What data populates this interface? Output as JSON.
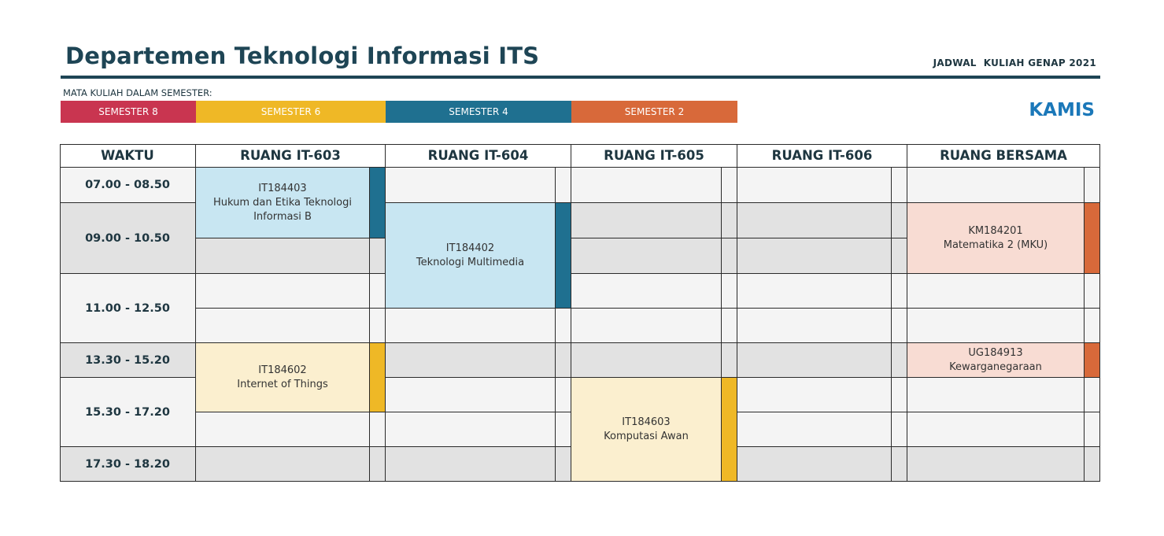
{
  "header": {
    "title": "Departemen Teknologi Informasi ITS",
    "subtitle": "JADWAL  KULIAH GENAP 2021",
    "semester_legend_title": "MATA KULIAH DALAM SEMESTER:",
    "day": "KAMIS"
  },
  "colors": {
    "primary": "#1e4555",
    "semester_8": "#c93550",
    "semester_6": "#efb826",
    "semester_4": "#1f7090",
    "semester_2": "#d8693a",
    "day_text": "#1b78b9"
  },
  "semesters": [
    {
      "label": "SEMESTER 8",
      "color": "#c93550"
    },
    {
      "label": "SEMESTER 6",
      "color": "#efb826"
    },
    {
      "label": "SEMESTER 4",
      "color": "#1f7090"
    },
    {
      "label": "SEMESTER 2",
      "color": "#d8693a"
    }
  ],
  "table": {
    "headers": [
      "WAKTU",
      "RUANG IT-603",
      "RUANG IT-604",
      "RUANG IT-605",
      "RUANG IT-606",
      "RUANG BERSAMA"
    ],
    "time_slots": [
      "07.00 - 08.50",
      "09.00 - 10.50",
      "11.00 - 12.50",
      "13.30 - 15.20",
      "15.30 - 17.20",
      "17.30 - 18.20"
    ]
  },
  "courses": [
    {
      "code": "IT184403",
      "name": "Hukum dan Etika Teknologi Informasi B",
      "room": "RUANG IT-603",
      "semester": "SEMESTER 4"
    },
    {
      "code": "IT184402",
      "name": "Teknologi Multimedia",
      "room": "RUANG IT-604",
      "semester": "SEMESTER 4"
    },
    {
      "code": "KM184201",
      "name": "Matematika 2 (MKU)",
      "room": "RUANG BERSAMA",
      "semester": "SEMESTER 2"
    },
    {
      "code": "IT184602",
      "name": "Internet of Things",
      "room": "RUANG IT-603",
      "semester": "SEMESTER 6"
    },
    {
      "code": "UG184913",
      "name": "Kewarganegaraan",
      "room": "RUANG BERSAMA",
      "semester": "SEMESTER 2"
    },
    {
      "code": "IT184603",
      "name": "Komputasi Awan",
      "room": "RUANG IT-605",
      "semester": "SEMESTER 6"
    }
  ]
}
